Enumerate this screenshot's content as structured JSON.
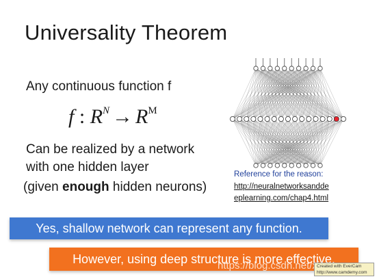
{
  "slide": {
    "title": "Universality Theorem",
    "line1": "Any continuous function f",
    "formula": {
      "f": "f",
      "colon": " : ",
      "R1": "R",
      "N": "N",
      "arrow": "→",
      "R2": "R",
      "M": "M"
    },
    "line3a": "Can be realized by a network",
    "line3b": "with one hidden layer",
    "line4_pre": "(given ",
    "line4_bold": "enough",
    "line4_post": " hidden neurons)",
    "reference_label": "Reference for the reason:",
    "reference_link_1": "http://neuralnetworksandde",
    "reference_link_2": "eplearning.com/chap4.html",
    "banner_blue": "Yes, shallow network can represent any function.",
    "banner_orange": "However, using deep structure is more effective.",
    "watermark": "https://blog.csdn.net/xi",
    "badge_line1": "Created with EverCam",
    "badge_line2": "http://www.camdemy.com"
  },
  "colors": {
    "blue_banner": "#3f78d0",
    "orange_banner": "#f2711f",
    "reference_label": "#1f3f9a",
    "highlight_node": "#e8242e"
  }
}
